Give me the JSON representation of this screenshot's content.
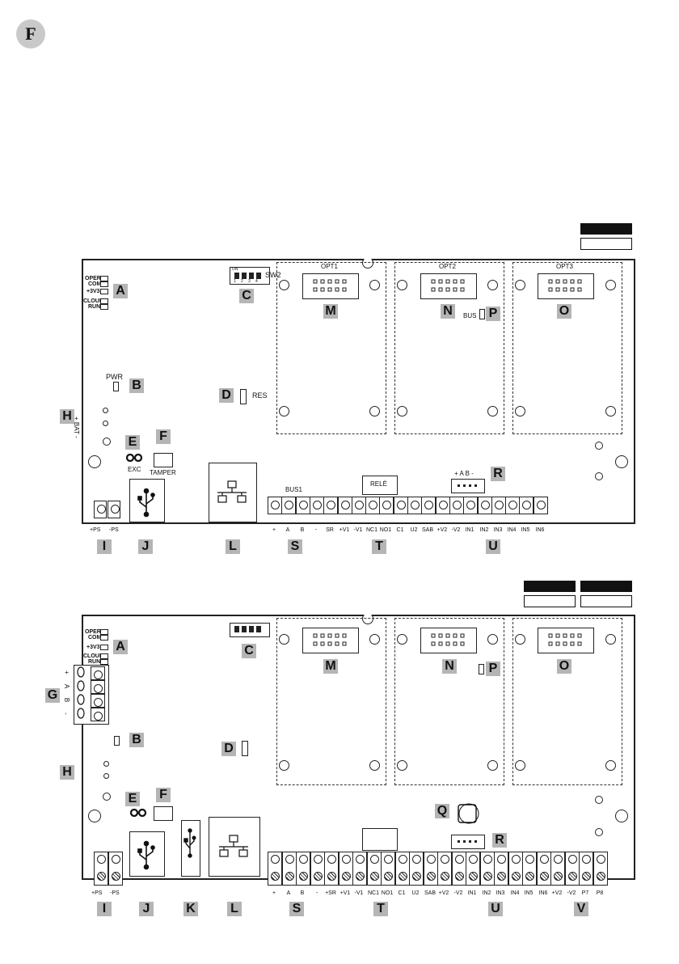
{
  "badge": "F",
  "diagram1": {
    "leds": [
      "OPER",
      "COM",
      "+3V3",
      "CLOUD",
      "RUN"
    ],
    "sw_label": "SW2",
    "sw_on": "ON",
    "sw_nums": [
      "1",
      "2",
      "3",
      "4"
    ],
    "opt_labels": [
      "OPT1",
      "OPT2",
      "OPT3"
    ],
    "pwr": "PWR",
    "res": "RES",
    "bus_label": "BUS",
    "bat": "+ BAT -",
    "exc": "EXC",
    "tamper": "TAMPER",
    "bus1": "BUS1",
    "rele": "RELÈ",
    "rab": "+ A B -",
    "ps_terms": [
      "+PS",
      "-PS"
    ],
    "terms": [
      "+",
      "A",
      "B",
      "-",
      "SR",
      "+V1",
      "-V1",
      "NC1",
      "NO1",
      "C1",
      "U2",
      "SAB",
      "+V2",
      "-V2",
      "IN1",
      "IN2",
      "IN3",
      "IN4",
      "IN5",
      "IN6"
    ],
    "letters": {
      "A": "A",
      "B": "B",
      "C": "C",
      "D": "D",
      "E": "E",
      "F": "F",
      "H": "H",
      "I": "I",
      "J": "J",
      "L": "L",
      "M": "M",
      "N": "N",
      "O": "O",
      "P": "P",
      "R": "R",
      "S": "S",
      "T": "T",
      "U": "U"
    }
  },
  "diagram2": {
    "leds": [
      "OPER",
      "COM",
      "+3V3",
      "CLOUD",
      "RUN"
    ],
    "g_terms": [
      "+",
      "A",
      "B",
      "-"
    ],
    "ps_terms": [
      "+PS",
      "-PS"
    ],
    "terms": [
      "+",
      "A",
      "B",
      "-",
      "+SR",
      "+V1",
      "-V1",
      "NC1",
      "NO1",
      "C1",
      "U2",
      "SAB",
      "+V2",
      "-V2",
      "IN1",
      "IN2",
      "IN3",
      "IN4",
      "IN5",
      "IN6",
      "+V2",
      "-V2",
      "P7",
      "P8"
    ],
    "letters": {
      "A": "A",
      "B": "B",
      "C": "C",
      "D": "D",
      "E": "E",
      "F": "F",
      "G": "G",
      "H": "H",
      "I": "I",
      "J": "J",
      "K": "K",
      "L": "L",
      "M": "M",
      "N": "N",
      "O": "O",
      "P": "P",
      "Q": "Q",
      "R": "R",
      "S": "S",
      "T": "T",
      "U": "U",
      "V": "V"
    }
  }
}
